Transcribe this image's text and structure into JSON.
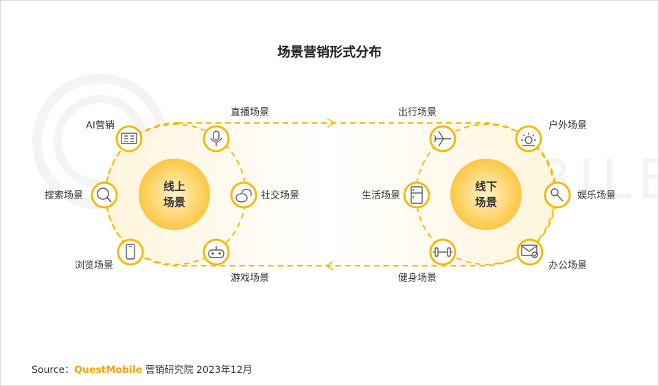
{
  "title": "场景营销形式分布",
  "watermark": "QUEST MOBILE",
  "online_hub": {
    "line1": "线上",
    "line2": "场景"
  },
  "offline_hub": {
    "line1": "线下",
    "line2": "场景"
  },
  "online_scenes": {
    "ai": "AI营销",
    "live": "直播场景",
    "social": "社交场景",
    "game": "游戏场景",
    "browse": "浏览场景",
    "search": "搜索场景"
  },
  "offline_scenes": {
    "travel": "出行场景",
    "outdoor": "户外场景",
    "entertainment": "娱乐场景",
    "office": "办公场景",
    "fitness": "健身场景",
    "life": "生活场景"
  },
  "source": {
    "prefix": "Source：",
    "brand": "QuestMobile",
    "suffix": " 营销研究院 2023年12月"
  },
  "colors": {
    "accent": "#f5b800",
    "hub": "#fcc743",
    "dash": "#f5b800",
    "watermark": "#f3f3f3"
  }
}
